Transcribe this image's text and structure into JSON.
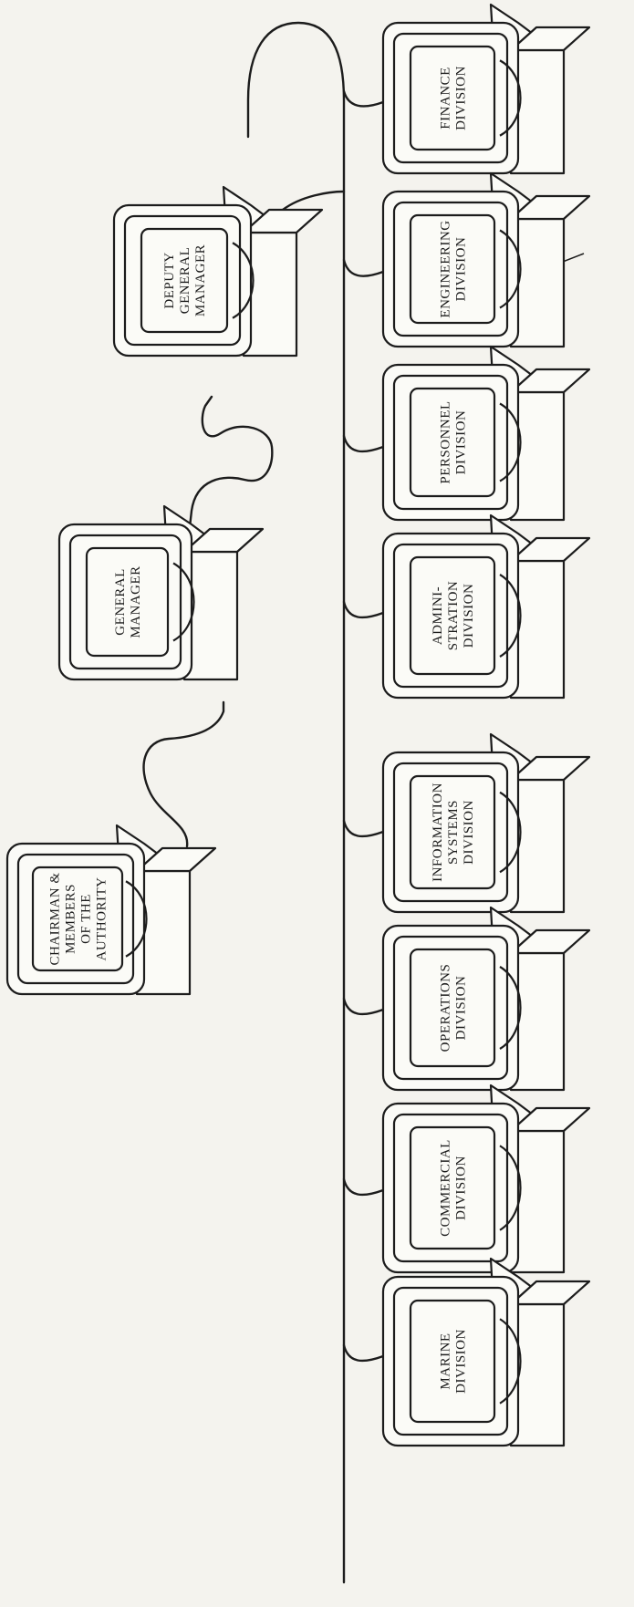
{
  "terminals": {
    "chairman": {
      "lines": [
        "CHAIRMAN &",
        "MEMBERS",
        "OF THE",
        "AUTHORITY"
      ]
    },
    "general_manager": {
      "lines": [
        "GENERAL",
        "MANAGER"
      ]
    },
    "deputy_general_manager": {
      "lines": [
        "DEPUTY",
        "GENERAL",
        "MANAGER"
      ]
    },
    "finance": {
      "lines": [
        "FINANCE",
        "DIVISION"
      ]
    },
    "engineering": {
      "lines": [
        "ENGINEERING",
        "DIVISION"
      ]
    },
    "personnel": {
      "lines": [
        "PERSONNEL",
        "DIVISION"
      ]
    },
    "administration": {
      "lines": [
        "ADMINI-",
        "STRATION",
        "DIVISION"
      ]
    },
    "information_systems": {
      "lines": [
        "INFORMATION",
        "SYSTEMS",
        "DIVISION"
      ]
    },
    "operations": {
      "lines": [
        "OPERATIONS",
        "DIVISION"
      ]
    },
    "commercial": {
      "lines": [
        "COMMERCIAL",
        "DIVISION"
      ]
    },
    "marine": {
      "lines": [
        "MARINE",
        "DIVISION"
      ]
    }
  }
}
